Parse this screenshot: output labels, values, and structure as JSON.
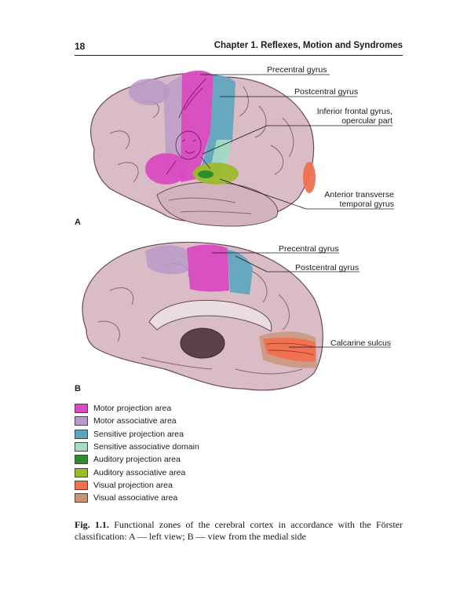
{
  "header": {
    "page_number": "18",
    "chapter_title": "Chapter 1. Reflexes, Motion and Syndromes"
  },
  "figure": {
    "panel_a": {
      "label": "A",
      "callouts": {
        "precentral": "Precentral gyrus",
        "postcentral": "Postcentral gyrus",
        "inferior_frontal_1": "Inferior frontal gyrus,",
        "inferior_frontal_2": "opercular part",
        "anterior_transverse_1": "Anterior transverse",
        "anterior_transverse_2": "temporal gyrus"
      }
    },
    "panel_b": {
      "label": "B",
      "callouts": {
        "precentral": "Precentral gyrus",
        "postcentral": "Postcentral gyrus",
        "calcarine": "Calcarine sulcus"
      }
    }
  },
  "legend": [
    {
      "label": "Motor projection area",
      "color": "#d94bc0"
    },
    {
      "label": "Motor associative area",
      "color": "#b99ac8"
    },
    {
      "label": "Sensitive projection area",
      "color": "#5aa5bd"
    },
    {
      "label": "Sensitive associative domain",
      "color": "#a7dcc3"
    },
    {
      "label": "Auditory projection area",
      "color": "#2e8b2e"
    },
    {
      "label": "Auditory associative area",
      "color": "#9cbb2b"
    },
    {
      "label": "Visual projection area",
      "color": "#f07050"
    },
    {
      "label": "Visual associative area",
      "color": "#c89478"
    }
  ],
  "caption": {
    "label": "Fig. 1.1.",
    "text": "Functional zones of the cerebral cortex in accordance with the Förster classification: A — left view; B — view from the medial side"
  }
}
